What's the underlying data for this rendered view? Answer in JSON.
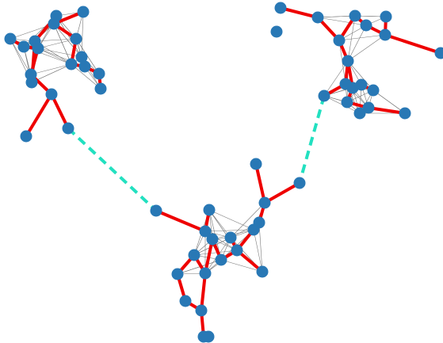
{
  "diagram": {
    "type": "network-graph",
    "colors": {
      "node": "#2878b5",
      "tree_edge": "#ee0000",
      "bridge_edge": "#22e0c0",
      "mesh_edge": "#777777",
      "background": "#ffffff"
    },
    "clusters": [
      {
        "id": "cluster-top-left",
        "hub": "a8",
        "size": 18
      },
      {
        "id": "cluster-top-right",
        "hub": "c7",
        "size": 19
      },
      {
        "id": "cluster-bottom",
        "hub": "b9",
        "size": 20
      }
    ],
    "bridges": [
      {
        "from": "a10",
        "to": "b2"
      },
      {
        "from": "c12",
        "to": "b0"
      }
    ]
  }
}
